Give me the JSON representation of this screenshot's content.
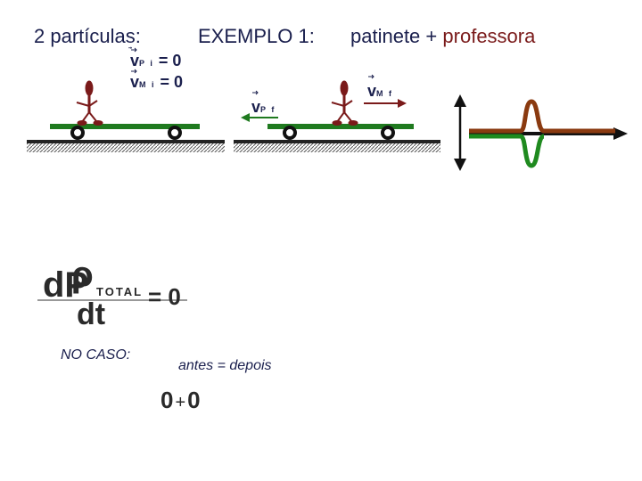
{
  "header": {
    "left": "2 partículas:",
    "middle": "EXEMPLO 1:",
    "right_part1": "patinete",
    "right_plus": "+",
    "right_part2": "professora"
  },
  "left_scene": {
    "vp_symbol": "v",
    "vp_sub": "P i",
    "vp_eq": "= 0",
    "vm_symbol": "v",
    "vm_sub": "M i",
    "vm_eq": "= 0"
  },
  "right_scene": {
    "vpf_symbol": "v",
    "vpf_sub": "P f",
    "vmf_symbol": "v",
    "vmf_sub": "M f"
  },
  "formula": {
    "rho": "ρ",
    "numerator": "dP",
    "subscript": "TOTAL",
    "denominator": "dt",
    "equals": "= 0"
  },
  "bottom": {
    "no_caso": "NO CASO:",
    "antes_depois": "antes = depois",
    "sum_left": "0",
    "sum_op": "+",
    "sum_right": "0"
  },
  "colors": {
    "text": "#1a1f4d",
    "brown": "#7a1a1a",
    "green": "#1f7a1f",
    "pulse_brown": "#8a3a10"
  }
}
